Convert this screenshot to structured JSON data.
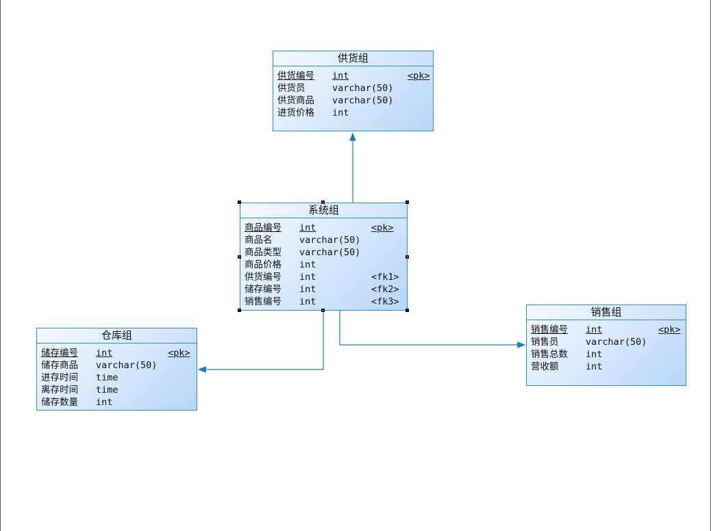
{
  "colors": {
    "border": "#2a8fbf",
    "connector": "#1a7ab8",
    "fill_start": "#f4f9ff",
    "fill_end": "#b7d6f7"
  },
  "entities": [
    {
      "id": "supply",
      "title": "供货组",
      "rows": [
        {
          "name": "供货编号",
          "type": "int",
          "key": "<pk>",
          "pk": true
        },
        {
          "name": "供货员",
          "type": "varchar(50)",
          "key": ""
        },
        {
          "name": "供货商品",
          "type": "varchar(50)",
          "key": ""
        },
        {
          "name": "进货价格",
          "type": "int",
          "key": ""
        }
      ]
    },
    {
      "id": "system",
      "title": "系统组",
      "selected": true,
      "rows": [
        {
          "name": "商品编号",
          "type": "int",
          "key": "<pk>",
          "pk": true
        },
        {
          "name": "商品名",
          "type": "varchar(50)",
          "key": ""
        },
        {
          "name": "商品类型",
          "type": "varchar(50)",
          "key": ""
        },
        {
          "name": "商品价格",
          "type": "int",
          "key": ""
        },
        {
          "name": "供货编号",
          "type": "int",
          "key": "<fk1>"
        },
        {
          "name": "储存编号",
          "type": "int",
          "key": "<fk2>"
        },
        {
          "name": "销售编号",
          "type": "int",
          "key": "<fk3>"
        }
      ]
    },
    {
      "id": "warehouse",
      "title": "仓库组",
      "rows": [
        {
          "name": "储存编号",
          "type": "int",
          "key": "<pk>",
          "pk": true
        },
        {
          "name": "储存商品",
          "type": "varchar(50)",
          "key": ""
        },
        {
          "name": "进存时间",
          "type": "time",
          "key": ""
        },
        {
          "name": "离存时间",
          "type": "time",
          "key": ""
        },
        {
          "name": "储存数量",
          "type": "int",
          "key": ""
        }
      ]
    },
    {
      "id": "sales",
      "title": "销售组",
      "rows": [
        {
          "name": "销售编号",
          "type": "int",
          "key": "<pk>",
          "pk": true
        },
        {
          "name": "销售员",
          "type": "varchar(50)",
          "key": ""
        },
        {
          "name": "销售总数",
          "type": "int",
          "key": ""
        },
        {
          "name": "营收额",
          "type": "int",
          "key": ""
        }
      ]
    }
  ],
  "relationships": [
    {
      "from": "system",
      "to": "supply"
    },
    {
      "from": "system",
      "to": "warehouse"
    },
    {
      "from": "system",
      "to": "sales"
    }
  ]
}
